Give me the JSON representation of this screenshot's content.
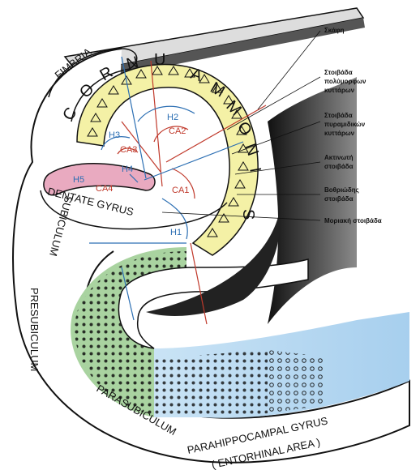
{
  "labels": {
    "fimbria": "FIMBRIA",
    "cornu_ammonis": [
      "C",
      "O",
      "R",
      "N",
      "U",
      "A",
      "M",
      "M",
      "O",
      "N",
      "I",
      "S"
    ],
    "dentate_gyrus": "DENTATE GYRUS",
    "subiculum": "SUBICULUM",
    "presubiculum": "PRESUBICULUM",
    "parasubiculum": "PARASUBICULUM",
    "parahippocampal_gyrus": "PARAHIPPOCAMPAL GYRUS",
    "entorhinal_area": "( ENTORHINAL AREA )"
  },
  "regions": {
    "ca1": "CA1",
    "ca2": "CA2",
    "ca3": "CA3",
    "ca4": "CA4"
  },
  "subfields": {
    "h1": "H1",
    "h2": "H2",
    "h3": "H3",
    "h4": "H4",
    "h5": "H5"
  },
  "legend": {
    "skafi": "Σκάφη",
    "polymorph": [
      "Στοιβάδα",
      "πολύμορφων",
      "κυττάρων"
    ],
    "pyramidal": [
      "Στοιβάδα",
      "πυραμιδικών",
      "κυττάρων"
    ],
    "radiate": [
      "Ακτινωτή",
      "στοιβάδα"
    ],
    "lacunosum": [
      "Βοθριώδης",
      "στοιβάδα"
    ],
    "molecular": "Μοριακή στοιβάδα"
  },
  "colors": {
    "yellow_layer": "#f4f1a6",
    "pink_granule": "#e9aac0",
    "green_subiculum": "#a9d3a0",
    "blue_entorhinal": "#b6d7ef",
    "dark_ventricle": "#2a2a2a",
    "red_line": "#c0392b",
    "blue_line": "#2c6fb3"
  }
}
